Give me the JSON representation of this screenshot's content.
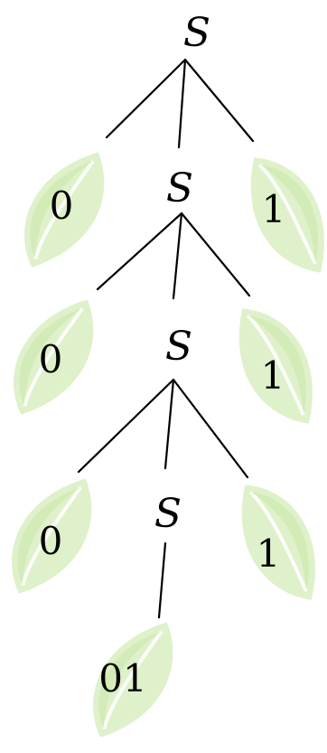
{
  "tree": {
    "nonterminal_symbol": "S",
    "levels": [
      {
        "left_leaf": "0",
        "node": "S",
        "right_leaf": "1"
      },
      {
        "left_leaf": "0",
        "node": "S",
        "right_leaf": "1"
      },
      {
        "left_leaf": "0",
        "node": "S",
        "right_leaf": "1"
      }
    ],
    "root": "S",
    "final_leaf": "01"
  },
  "colors": {
    "leaf_fill": "#dcefc4",
    "leaf_shade": "#c9e6a6",
    "leaf_highlight": "#ffffff",
    "edge": "#000000",
    "text": "#000000"
  },
  "icons": {
    "leaf_shape": "leaf-icon"
  }
}
